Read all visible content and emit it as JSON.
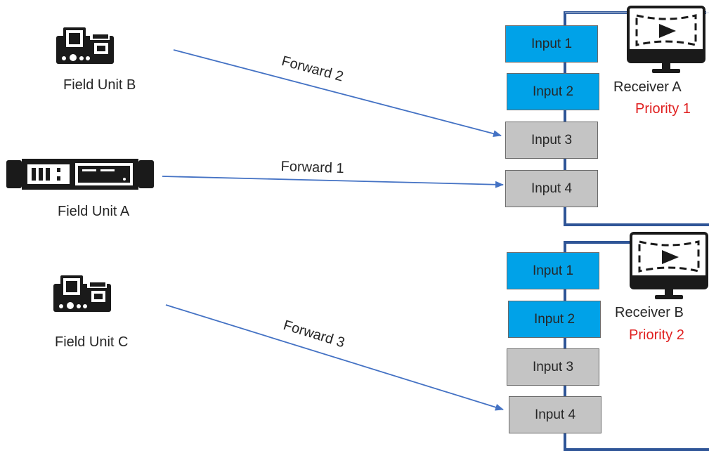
{
  "field_units": [
    {
      "name": "Field Unit B",
      "icon": "field-encoder-icon"
    },
    {
      "name": "Field Unit A",
      "icon": "rack-unit-icon"
    },
    {
      "name": "Field Unit C",
      "icon": "field-encoder-icon"
    }
  ],
  "forwards": [
    "Forward 2",
    "Forward 1",
    "Forward 3"
  ],
  "receivers": [
    {
      "name": "Receiver A",
      "priority": "Priority 1",
      "icon": "video-monitor-icon",
      "inputs": [
        {
          "label": "Input 1",
          "state": "active"
        },
        {
          "label": "Input 2",
          "state": "active"
        },
        {
          "label": "Input 3",
          "state": "idle"
        },
        {
          "label": "Input 4",
          "state": "idle"
        }
      ]
    },
    {
      "name": "Receiver B",
      "priority": "Priority 2",
      "icon": "video-monitor-icon",
      "inputs": [
        {
          "label": "Input 1",
          "state": "active"
        },
        {
          "label": "Input 2",
          "state": "active"
        },
        {
          "label": "Input 3",
          "state": "idle"
        },
        {
          "label": "Input 4",
          "state": "idle"
        }
      ]
    }
  ],
  "colors": {
    "active_input": "#00a2e8",
    "idle_input": "#c4c4c4",
    "bus_line": "#2f5597",
    "arrow": "#4472c4",
    "priority_text": "#e02020"
  }
}
